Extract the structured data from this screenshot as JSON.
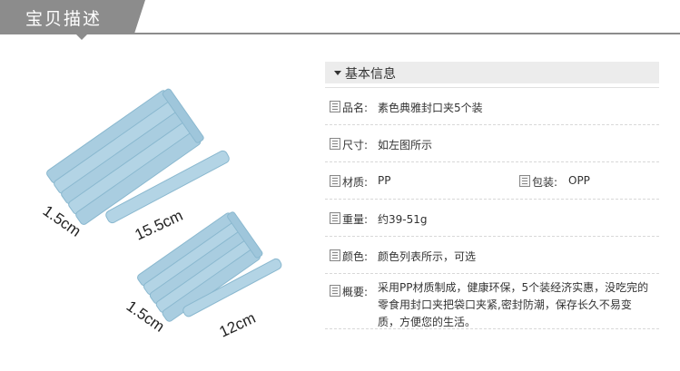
{
  "header": {
    "title": "宝贝描述"
  },
  "image": {
    "large_clip": {
      "width_label": "1.5cm",
      "length_label": "15.5cm",
      "color": "#a9cde0"
    },
    "small_clip": {
      "width_label": "1.5cm",
      "length_label": "12cm",
      "color": "#a9cde0"
    }
  },
  "info": {
    "heading": "基本信息",
    "rows": [
      {
        "label": "品名:",
        "value": "素色典雅封口夹5个装"
      },
      {
        "label": "尺寸:",
        "value": "如左图所示"
      },
      {
        "label": "材质:",
        "value": "PP",
        "label2": "包装:",
        "value2": "OPP"
      },
      {
        "label": "重量:",
        "value": "约39-51g"
      },
      {
        "label": "颜色:",
        "value": "颜色列表所示，可选"
      },
      {
        "label": "概要:",
        "value": "采用PP材质制成，健康环保，5个装经济实惠，没吃完的零食用封口夹把袋口夹紧,密封防潮，保存长久不易变质，方便您的生活。"
      }
    ]
  }
}
